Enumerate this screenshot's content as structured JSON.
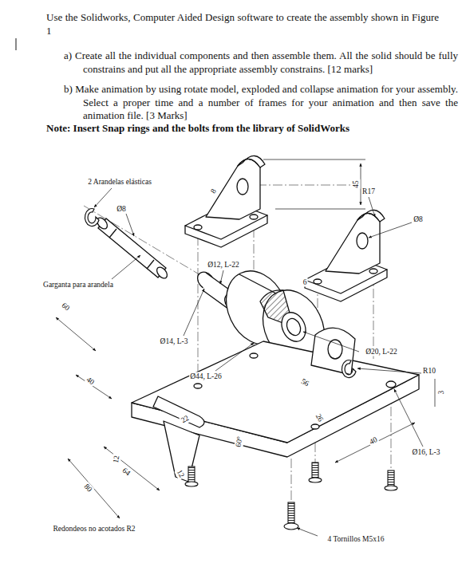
{
  "diagram": {
    "labels": [
      "Use the Solidworks, Computer Aided Design software to create the assembly shown in Figure 1",
      "a) Create all the individual components and then assemble them. All the solid should be fully constrains and put all the appropriate assembly constrains. [12 marks]",
      "b) Make animation by using rotate model, exploded and collapse animation for your assembly. Select a proper time and a number of frames for your animation and then save the animation file. [3 Marks]",
      "Note: Insert Snap rings and the bolts from the library of SolidWorks",
      "2 Arandelas elásticas",
      "Ø8",
      "Garganta para arandela",
      "60",
      "Ø12, L-22",
      "Ø14, L-3",
      "Ø44, L-26",
      "45",
      "8",
      "R17",
      "Ø8",
      "6",
      "Ø20, L-22",
      "R10",
      "56",
      "26",
      "3",
      "40",
      "22",
      "60°",
      "12",
      "64",
      "80",
      "12",
      "Ø16, L-3",
      "40",
      "Redondeos no acotados R2",
      "4 Tornillos M5x16"
    ]
  }
}
